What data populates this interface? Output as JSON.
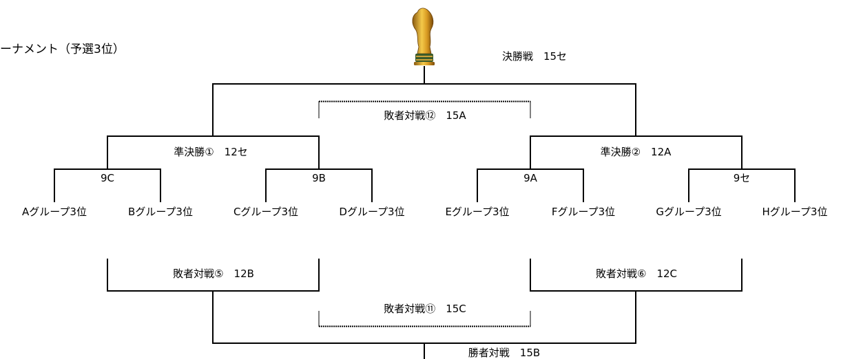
{
  "title": "ーナメント（予選3位）",
  "final_label": "決勝戦　15セ",
  "winners_match_label": "勝者対戦　15B",
  "semis": [
    {
      "label": "準決勝①　12セ"
    },
    {
      "label": "準決勝②　12A"
    }
  ],
  "quarters": [
    {
      "label": "9C"
    },
    {
      "label": "9B"
    },
    {
      "label": "9A"
    },
    {
      "label": "9セ"
    }
  ],
  "teams": [
    {
      "label": "Aグループ3位"
    },
    {
      "label": "Bグループ3位"
    },
    {
      "label": "Cグループ3位"
    },
    {
      "label": "Dグループ3位"
    },
    {
      "label": "Eグループ3位"
    },
    {
      "label": "Fグループ3位"
    },
    {
      "label": "Gグループ3位"
    },
    {
      "label": "Hグループ3位"
    }
  ],
  "losers": [
    {
      "label": "敗者対戦⑤　12B"
    },
    {
      "label": "敗者対戦⑥　12C"
    },
    {
      "label": "敗者対戦⑪　15C"
    },
    {
      "label": "敗者対戦⑫　15A"
    }
  ]
}
